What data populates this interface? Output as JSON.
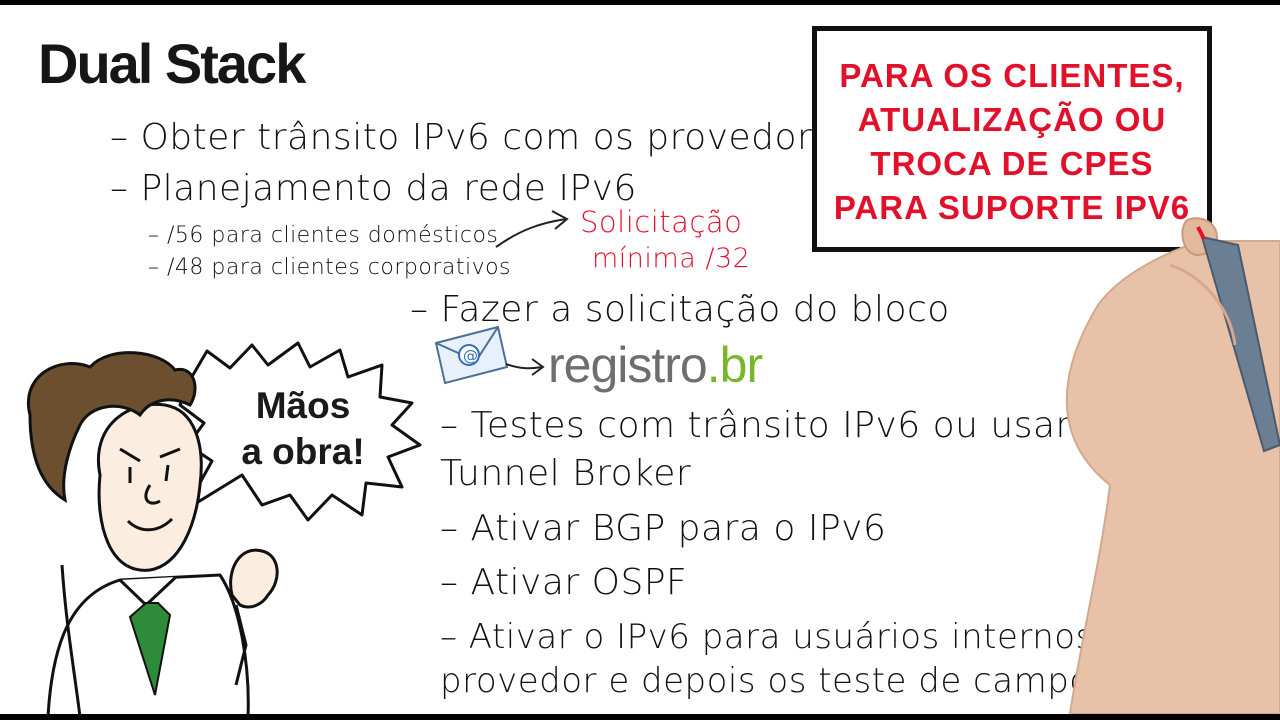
{
  "title": "Dual Stack",
  "bullets": {
    "b1": "– Obter trânsito IPv6 com os provedores",
    "b2": "– Planejamento da rede IPv6",
    "sub1": "– /56 para clientes domésticos",
    "sub2": "– /48 para clientes corporativos",
    "note_line1": "Solicitação",
    "note_line2": "mínima /32",
    "b3": "– Fazer a solicitação do bloco",
    "registro_main": "registro",
    "registro_dot": ".",
    "registro_br": "br",
    "b4_line1": "– Testes com trânsito IPv6 ou usando",
    "b4_line2": "Tunnel Broker",
    "b5": "– Ativar BGP para o IPv6",
    "b6": "– Ativar OSPF",
    "b7_line1": "– Ativar o IPv6 para usuários internos, no",
    "b7_line2": "provedor e depois os teste de campo"
  },
  "notebox": {
    "lines": [
      "PARA OS CLIENTES,",
      "ATUALIZAÇÃO OU",
      "TROCA DE CPES",
      "PARA SUPORTE IPV6"
    ]
  },
  "bubble": {
    "line1": "Mãos",
    "line2": "a obra!"
  },
  "icons": {
    "envelope": "email-envelope-icon",
    "at_sign": "@"
  },
  "colors": {
    "note_red": "#e2102a",
    "registro_gray": "#6d6e70",
    "registro_green": "#77b82a",
    "tie_green": "#2e8b3a"
  }
}
